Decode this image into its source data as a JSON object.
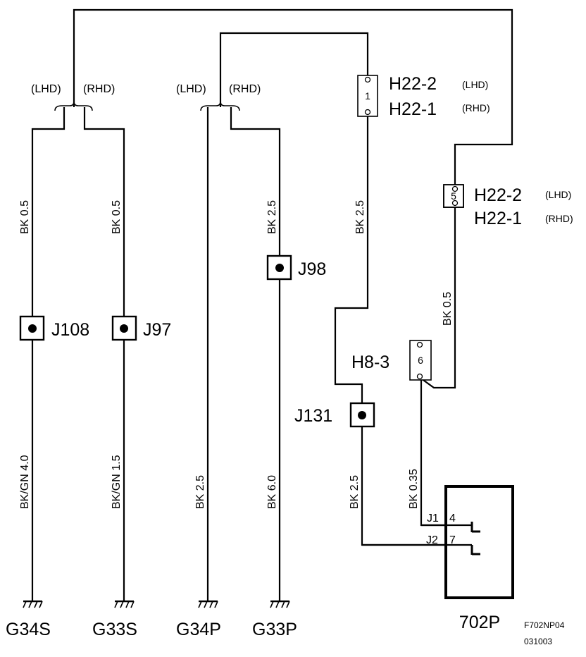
{
  "variants": {
    "lhd": "(LHD)",
    "rhd": "(RHD)"
  },
  "connectors": {
    "h22_top": {
      "pin": "1",
      "line1": "H22-2",
      "line1_note": "(LHD)",
      "line2": "H22-1",
      "line2_note": "(RHD)"
    },
    "h22_mid": {
      "pin": "5",
      "line1": "H22-2",
      "line1_note": "(LHD)",
      "line2": "H22-1",
      "line2_note": "(RHD)"
    },
    "h8": {
      "pin": "6",
      "label": "H8-3"
    }
  },
  "splices": {
    "j108": "J108",
    "j97": "J97",
    "j98": "J98",
    "j131": "J131"
  },
  "wires": {
    "w1a": "BK  0.5",
    "w2a": "BK  0.5",
    "w4a": "BK  2.5",
    "w5a": "BK  2.5",
    "w6a": "BK  0.5",
    "w1b": "BK/GN  4.0",
    "w2b": "BK/GN  1.5",
    "w3": "BK  2.5",
    "w4b": "BK  6.0",
    "w5b": "BK  2.5",
    "w7": "BK  0.35"
  },
  "grounds": {
    "g34s": "G34S",
    "g33s": "G33S",
    "g34p": "G34P",
    "g33p": "G33P"
  },
  "component": {
    "name": "702P",
    "j1": "J1",
    "j1_pin": "4",
    "j2": "J2",
    "j2_pin": "7"
  },
  "figure_code": "F702NP04",
  "date_code": "031003"
}
